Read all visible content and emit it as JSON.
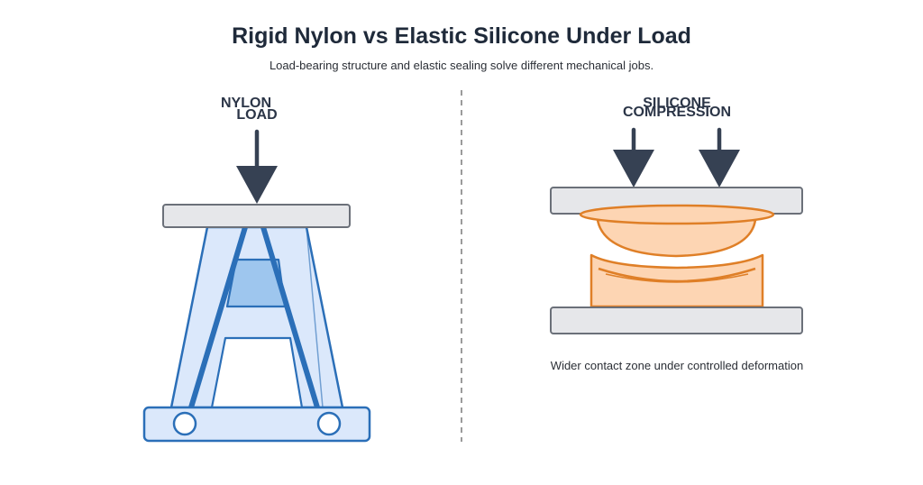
{
  "title": "Rigid Nylon vs Elastic Silicone Under Load",
  "subtitle": "Load-bearing structure and elastic sealing solve different mechanical jobs.",
  "left_panel": {
    "label_line1": "NYLON",
    "label_line2": "LOAD"
  },
  "right_panel": {
    "label_line1": "SILICONE",
    "label_line2": "COMPRESSION",
    "caption": "Wider contact zone under controlled deformation"
  },
  "colors": {
    "nylon_fill": "#dbe8fb",
    "nylon_stroke": "#2b6fb8",
    "nylon_inner": "#9ec6ee",
    "silicone_fill": "#fdd5b3",
    "silicone_stroke": "#df7f27",
    "plate_fill": "#e6e7ea",
    "plate_stroke": "#6b7079",
    "arrow": "#364153",
    "divider": "#7a7a7a"
  }
}
